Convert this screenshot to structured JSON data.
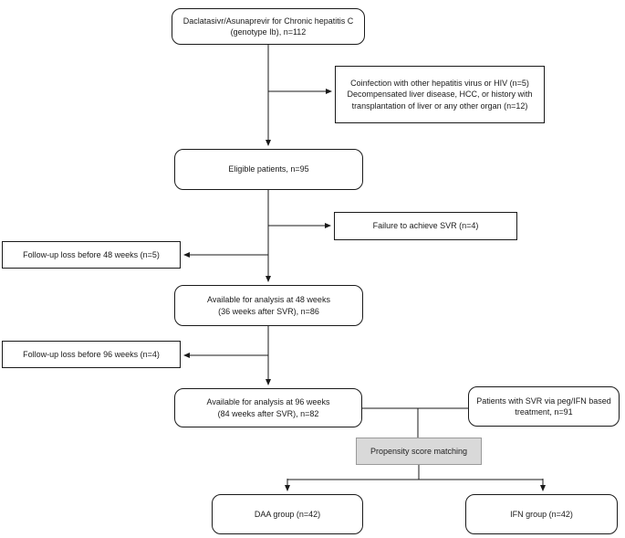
{
  "figure": {
    "type": "patient-flow-diagram",
    "background_color": "#ffffff",
    "line_color": "#1a1a1a",
    "matching_box_fill": "#d9d9d9",
    "boxes": {
      "enrollment": "Daclatasivr/Asunaprevir for Chronic hepatitis C\n(genotype Ib), n=112",
      "exclusion": "Coinfection with other hepatitis virus or HIV (n=5)\nDecompensated liver disease, HCC, or history with\ntransplantation of liver or any other organ (n=12)",
      "eligible": "Eligible patients, n=95",
      "svr_failure": "Failure to achieve SVR (n=4)",
      "followup_loss_48": "Follow-up loss before 48 weeks (n=5)",
      "analysis_48": "Available for analysis at 48 weeks\n(36 weeks after SVR), n=86",
      "followup_loss_96": "Follow-up loss before 96 weeks (n=4)",
      "analysis_96": "Available for analysis at 96 weeks\n(84 weeks after SVR), n=82",
      "ifn_svr": "Patients with SVR via peg/IFN based\ntreatment, n=91",
      "propensity": "Propensity score matching",
      "daa_group": "DAA group (n=42)",
      "ifn_group": "IFN group (n=42)"
    }
  }
}
